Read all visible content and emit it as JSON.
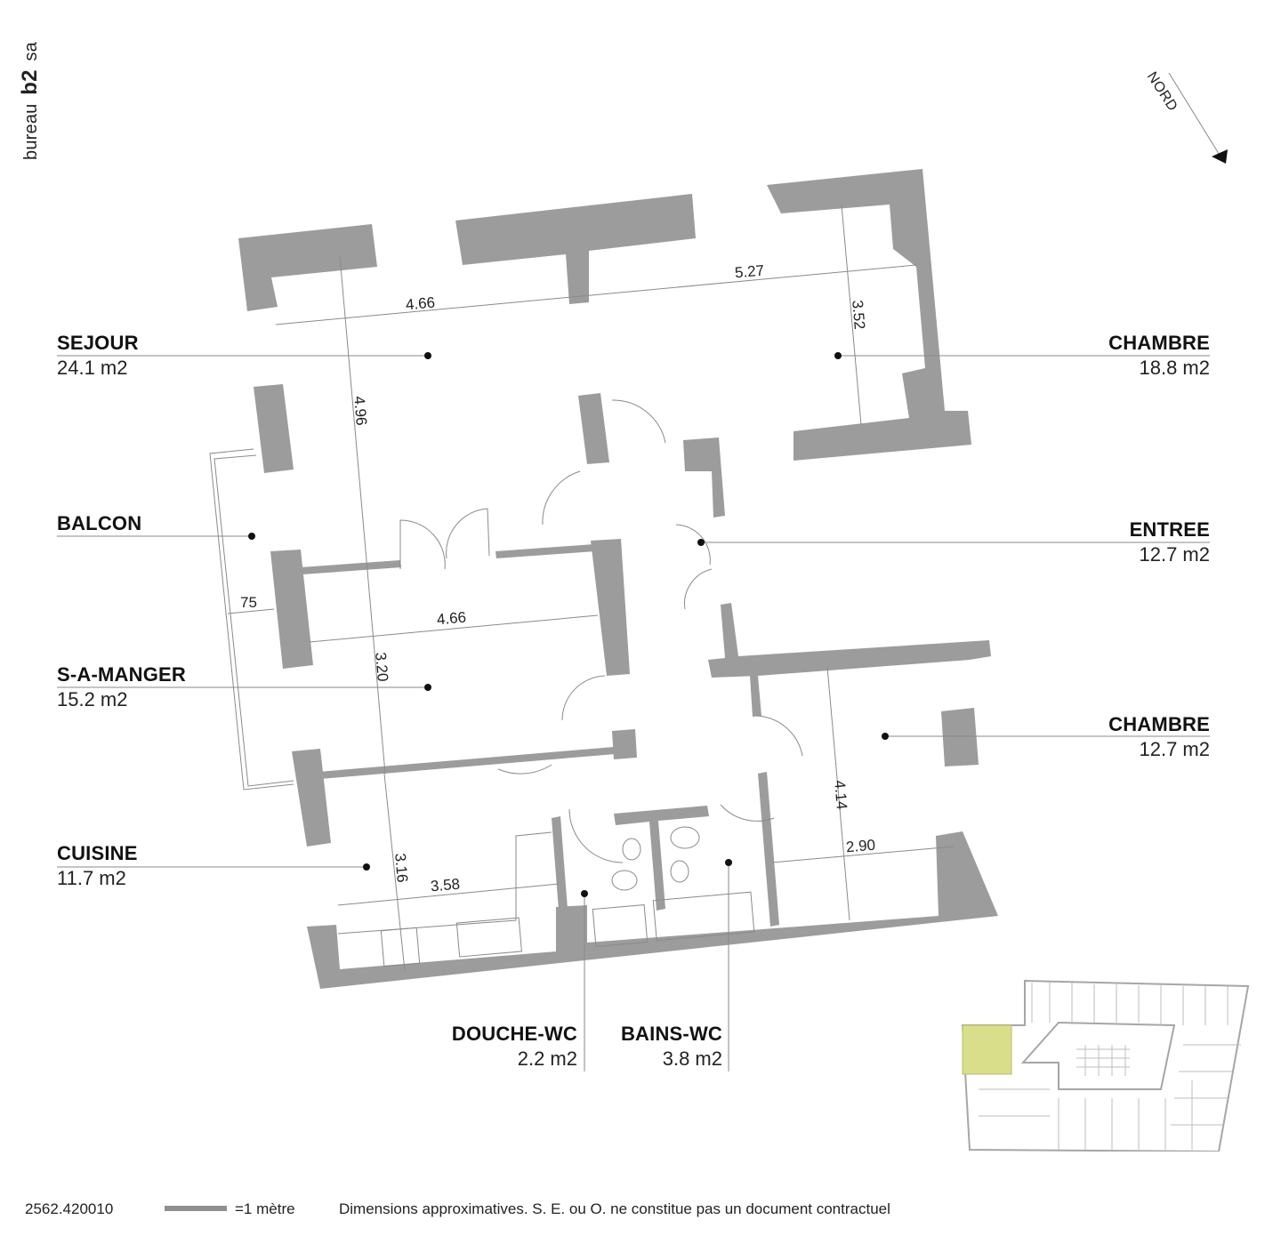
{
  "brand": {
    "prefix": "bureau",
    "bold": "b2",
    "suffix": "sa"
  },
  "north_arrow": {
    "label": "NORD",
    "icon": "north-arrow-icon"
  },
  "rooms": [
    {
      "id": "sejour",
      "name": "SEJOUR",
      "area": "24.1 m2",
      "side": "left"
    },
    {
      "id": "balcon",
      "name": "BALCON",
      "area": "",
      "side": "left"
    },
    {
      "id": "s-a-manger",
      "name": "S-A-MANGER",
      "area": "15.2 m2",
      "side": "left"
    },
    {
      "id": "cuisine",
      "name": "CUISINE",
      "area": "11.7 m2",
      "side": "left"
    },
    {
      "id": "chambre-1",
      "name": "CHAMBRE",
      "area": "18.8 m2",
      "side": "right"
    },
    {
      "id": "entree",
      "name": "ENTREE",
      "area": "12.7 m2",
      "side": "right"
    },
    {
      "id": "chambre-2",
      "name": "CHAMBRE",
      "area": "12.7 m2",
      "side": "right"
    },
    {
      "id": "douche-wc",
      "name": "DOUCHE-WC",
      "area": "2.2 m2",
      "side": "bottom"
    },
    {
      "id": "bains-wc",
      "name": "BAINS-WC",
      "area": "3.8 m2",
      "side": "bottom"
    }
  ],
  "dimensions": {
    "sejour_width": "4.66",
    "chambre1_width": "5.27",
    "chambre1_depth": "3.52",
    "sejour_depth": "4.96",
    "balcon_depth": "75",
    "salle_width": "4.66",
    "salle_depth": "3.20",
    "cuisine_depth": "3.16",
    "cuisine_width": "3.58",
    "chambre2_depth": "4.14",
    "chambre2_width": "2.90"
  },
  "colors": {
    "wall": "#9c9c9c",
    "line": "#8a8a8a",
    "highlight": "#d9de8a"
  },
  "footer": {
    "reference": "2562.420010",
    "scale_label": "=1 mètre",
    "disclaimer": "Dimensions approximatives. S. E. ou O. ne constitue pas un document contractuel"
  }
}
